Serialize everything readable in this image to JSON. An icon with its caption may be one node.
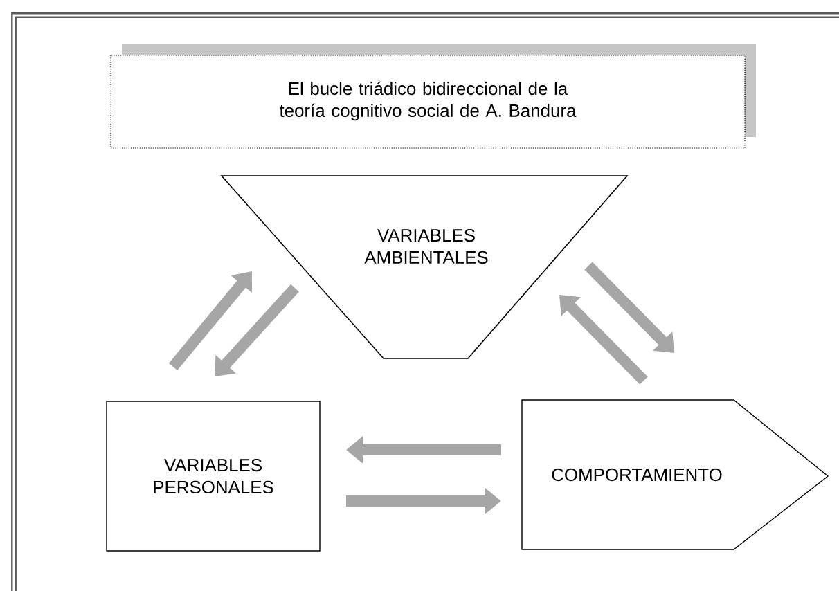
{
  "diagram": {
    "title": "El bucle triádico bidireccional de la teoría cognitivo social de A. Bandura",
    "nodes": [
      {
        "text": [
          "VARIABLES AMBIENTALES"
        ]
      },
      {
        "text": [
          "VARIABLES PERSONALES"
        ]
      },
      {
        "text": [
          "COMPORTAMIENTO"
        ]
      }
    ],
    "edges": [
      {
        "from": 1,
        "to": 0,
        "arrow": "to"
      },
      {
        "from": 0,
        "to": 1,
        "arrow": "to"
      },
      {
        "from": 0,
        "to": 2,
        "arrow": "to"
      },
      {
        "from": 2,
        "to": 0,
        "arrow": "to"
      },
      {
        "from": 2,
        "to": 1,
        "arrow": "to"
      },
      {
        "from": 1,
        "to": 2,
        "arrow": "to"
      }
    ]
  }
}
